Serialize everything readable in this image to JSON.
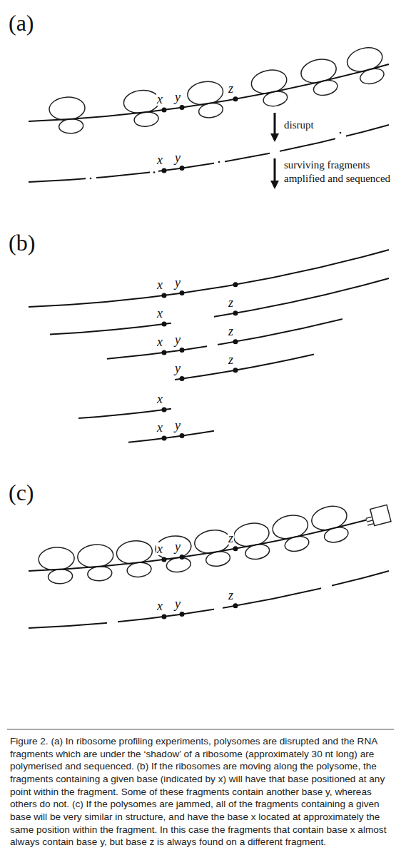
{
  "diagram": {
    "caption": "Figure 2. (a) In ribosome profiling experiments, polysomes are disrupted and the RNA fragments which are under the ‘shadow’ of a ribosome (approximately 30 nt long) are polymerised and sequenced. (b) If the ribosomes are moving along the polysome, the fragments containing a given base (indicated by x) will have that base positioned at any point within the fragment. Some of these fragments contain another base y, whereas others do not. (c) If the polysomes are jammed, all of the fragments containing a given base will be very similar in structure, and have the base x located at approximately the same position within the fragment. In this case the fragments that contain base x almost always contain base y, but base z is always found on a different fragment.",
    "labels": [
      "(a)",
      "x",
      "y",
      "z",
      "x",
      "y",
      "disrupt",
      "surviving fragments amplified and sequenced",
      "(b)",
      "x",
      "y",
      "x",
      "z",
      "x",
      "y",
      "z",
      "y",
      "z",
      "x",
      "x",
      "y",
      "(c)",
      "x",
      "y",
      "z",
      "x",
      "y",
      "z"
    ]
  }
}
